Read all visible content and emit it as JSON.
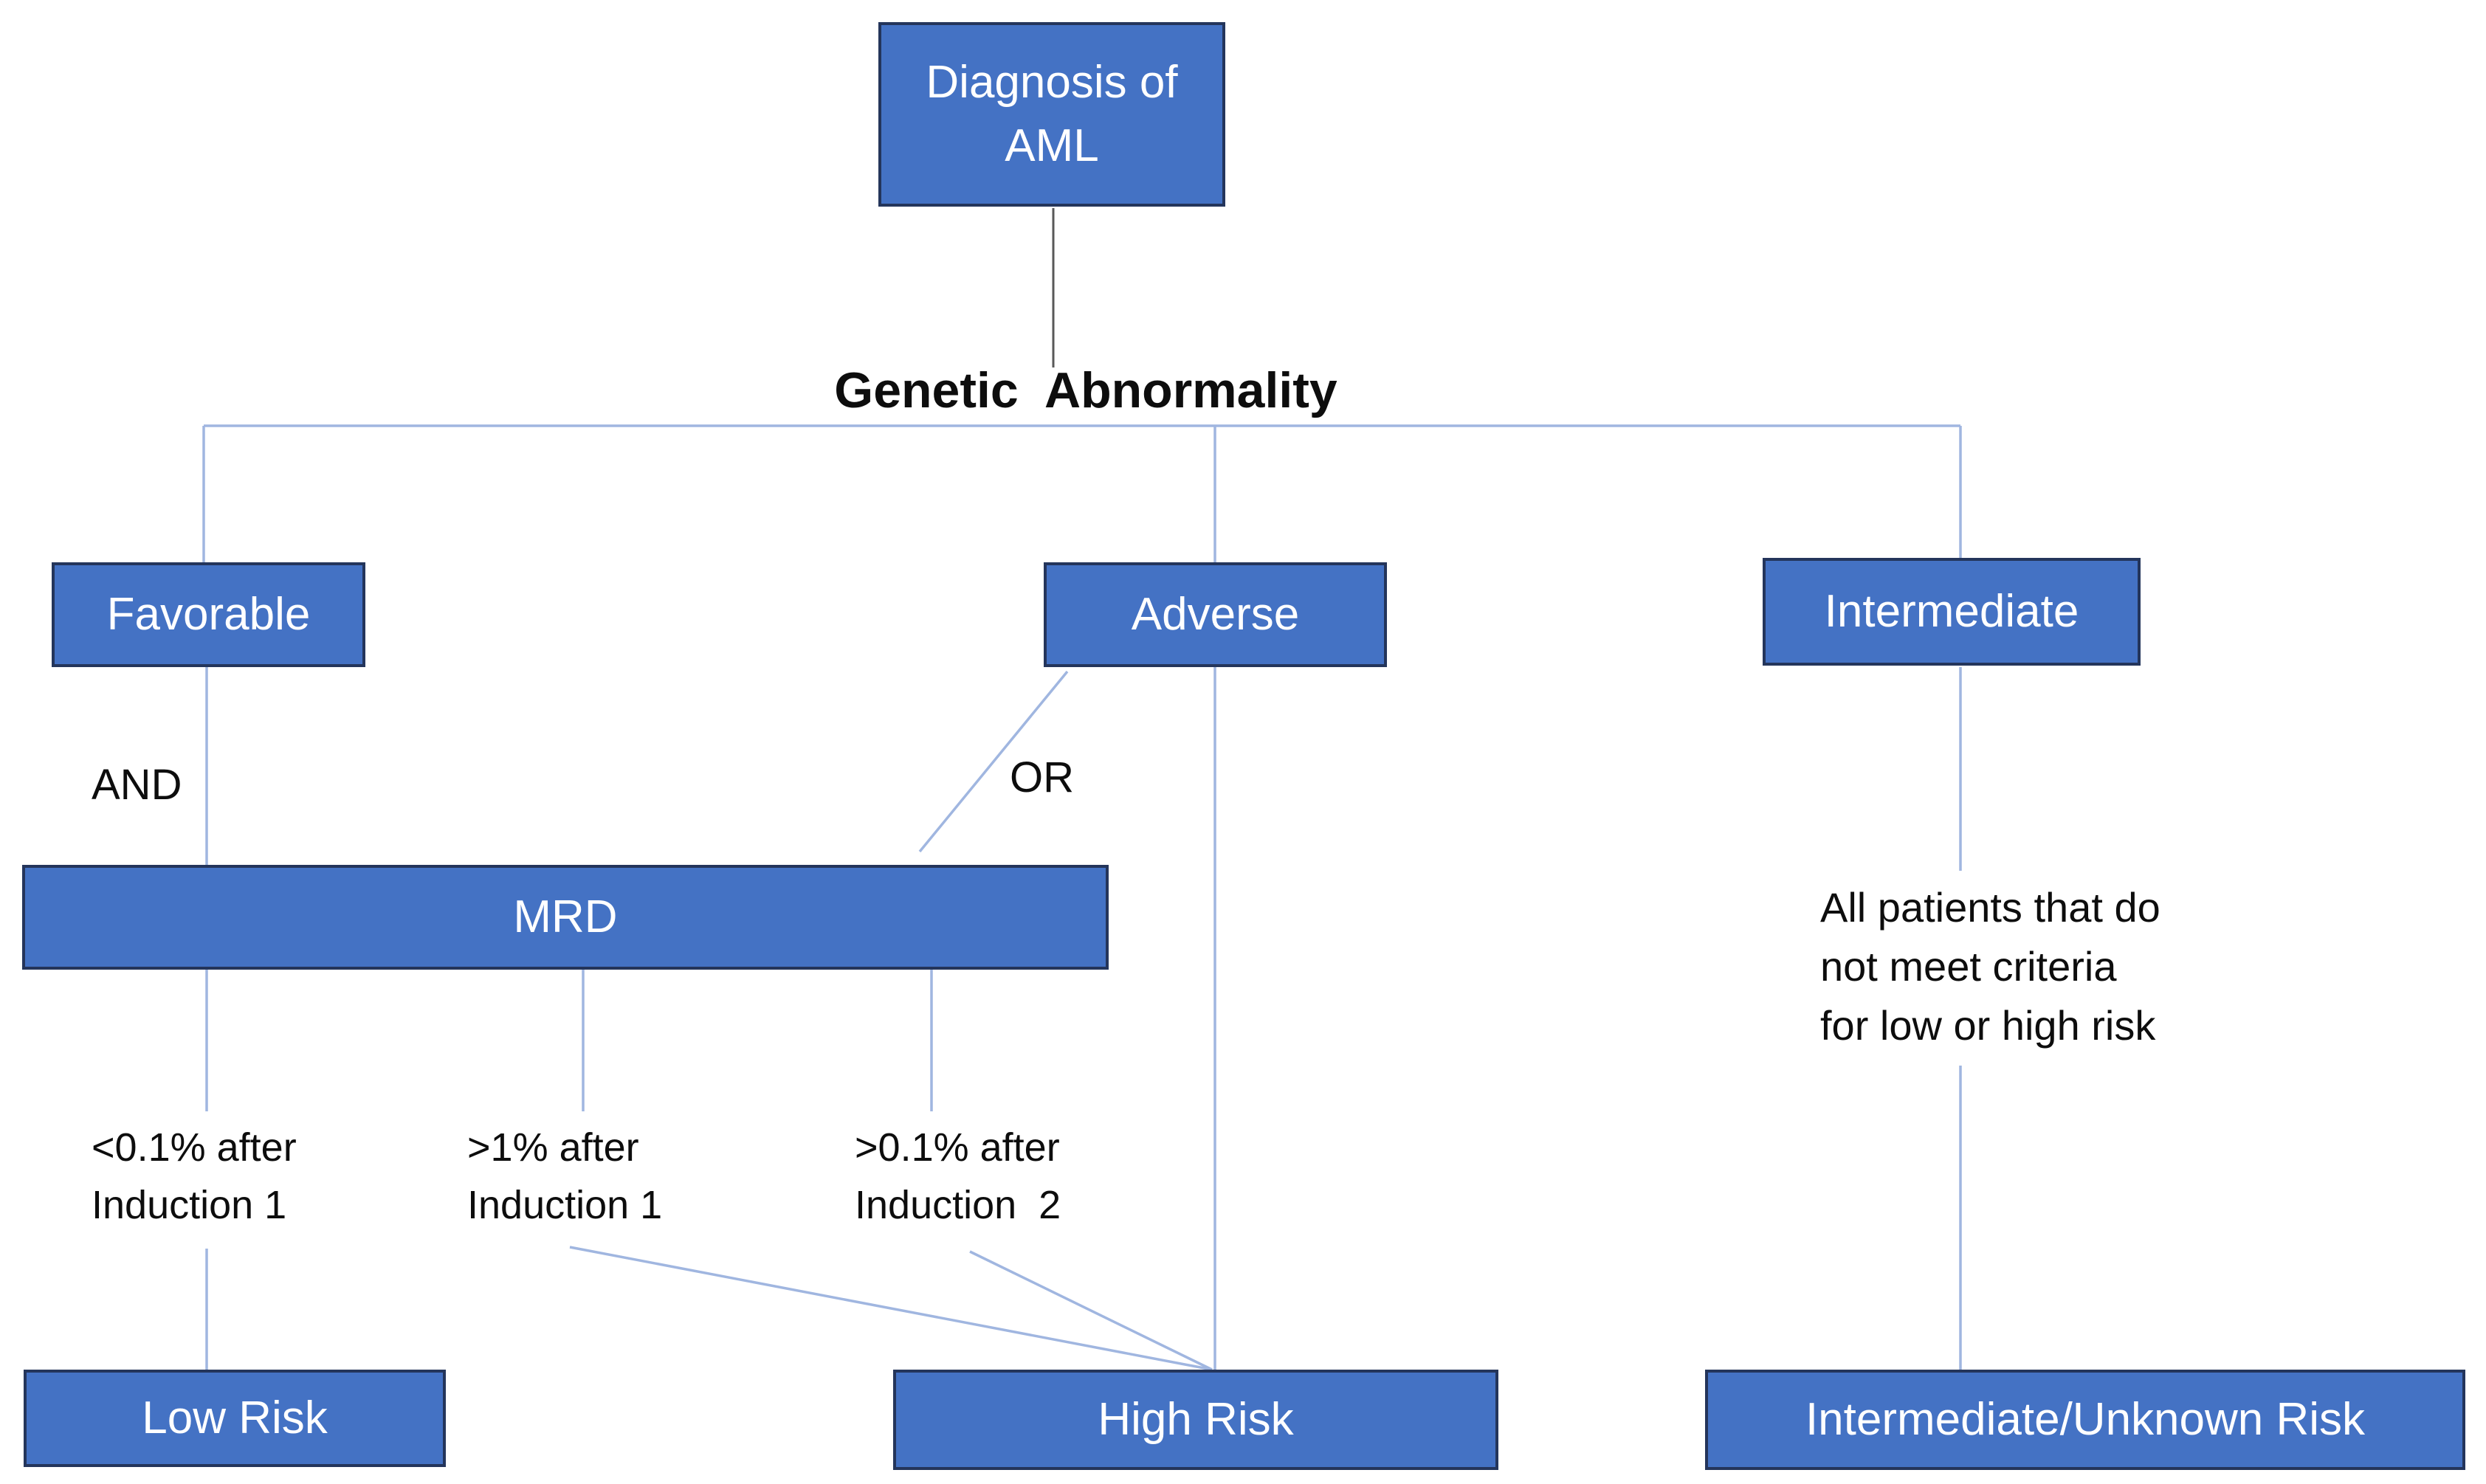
{
  "colors": {
    "node_fill": "#4472C4",
    "node_border": "#24355B",
    "connector": "#A0B6E0",
    "stem_line": "#595959",
    "text": "#0D0D0D"
  },
  "nodes": {
    "diagnosis": "Diagnosis of\nAML",
    "favorable": "Favorable",
    "adverse": "Adverse",
    "intermediate": "Intermediate",
    "mrd": "MRD",
    "low_risk": "Low Risk",
    "high_risk": "High Risk",
    "intermediate_unknown_risk": "Intermediate/Unknown Risk"
  },
  "labels": {
    "decision": "Genetic  Abnormality",
    "and": "AND",
    "or": "OR",
    "mrd_outcome_low": "<0.1% after\nInduction 1",
    "mrd_outcome_mid": ">1% after\nInduction 1",
    "mrd_outcome_high": ">0.1% after\nInduction  2",
    "intermediate_note": "All patients that do\nnot meet criteria\nfor low or high risk"
  }
}
